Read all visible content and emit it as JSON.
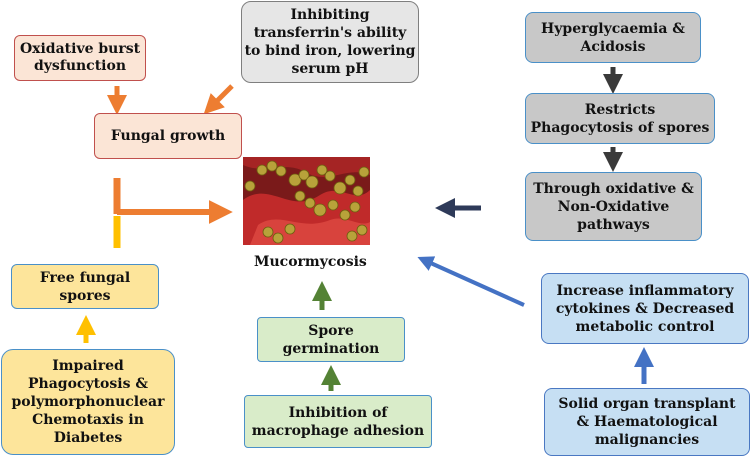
{
  "nodes": {
    "oxidative_burst": "Oxidative burst\ndysfunction",
    "inhibiting_transferrin": "Inhibiting\ntransferrin's ability\nto bind iron, lowering\nserum pH",
    "fungal_growth": "Fungal growth",
    "free_fungal_spores": "Free fungal\nspores",
    "impaired_phagocytosis": "Impaired\nPhagocytosis &\npolymorphonuclear\nChemotaxis in\nDiabetes",
    "mucormycosis": "Mucormycosis",
    "spore_germination": "Spore\ngermination",
    "inhibition_macrophage": "Inhibition of\nmacrophage adhesion",
    "hyperglycaemia": "Hyperglycaemia &\nAcidosis",
    "restricts_phagocytosis": "Restricts\nPhagocytosis of spores",
    "oxidative_pathways": "Through oxidative &\nNon-Oxidative\npathways",
    "inflammatory_cytokines": "Increase inflammatory\ncytokines & Decreased\nmetabolic control",
    "solid_organ": "Solid organ transplant\n& Haematological\nmalignancies"
  },
  "colors": {
    "orange_arrow": "#ed7d31",
    "yellow_arrow": "#ffc000",
    "green_arrow": "#548235",
    "dark_arrow": "#3a3a3a",
    "navy_arrow": "#2e3a59",
    "blue_arrow": "#4472c4"
  }
}
